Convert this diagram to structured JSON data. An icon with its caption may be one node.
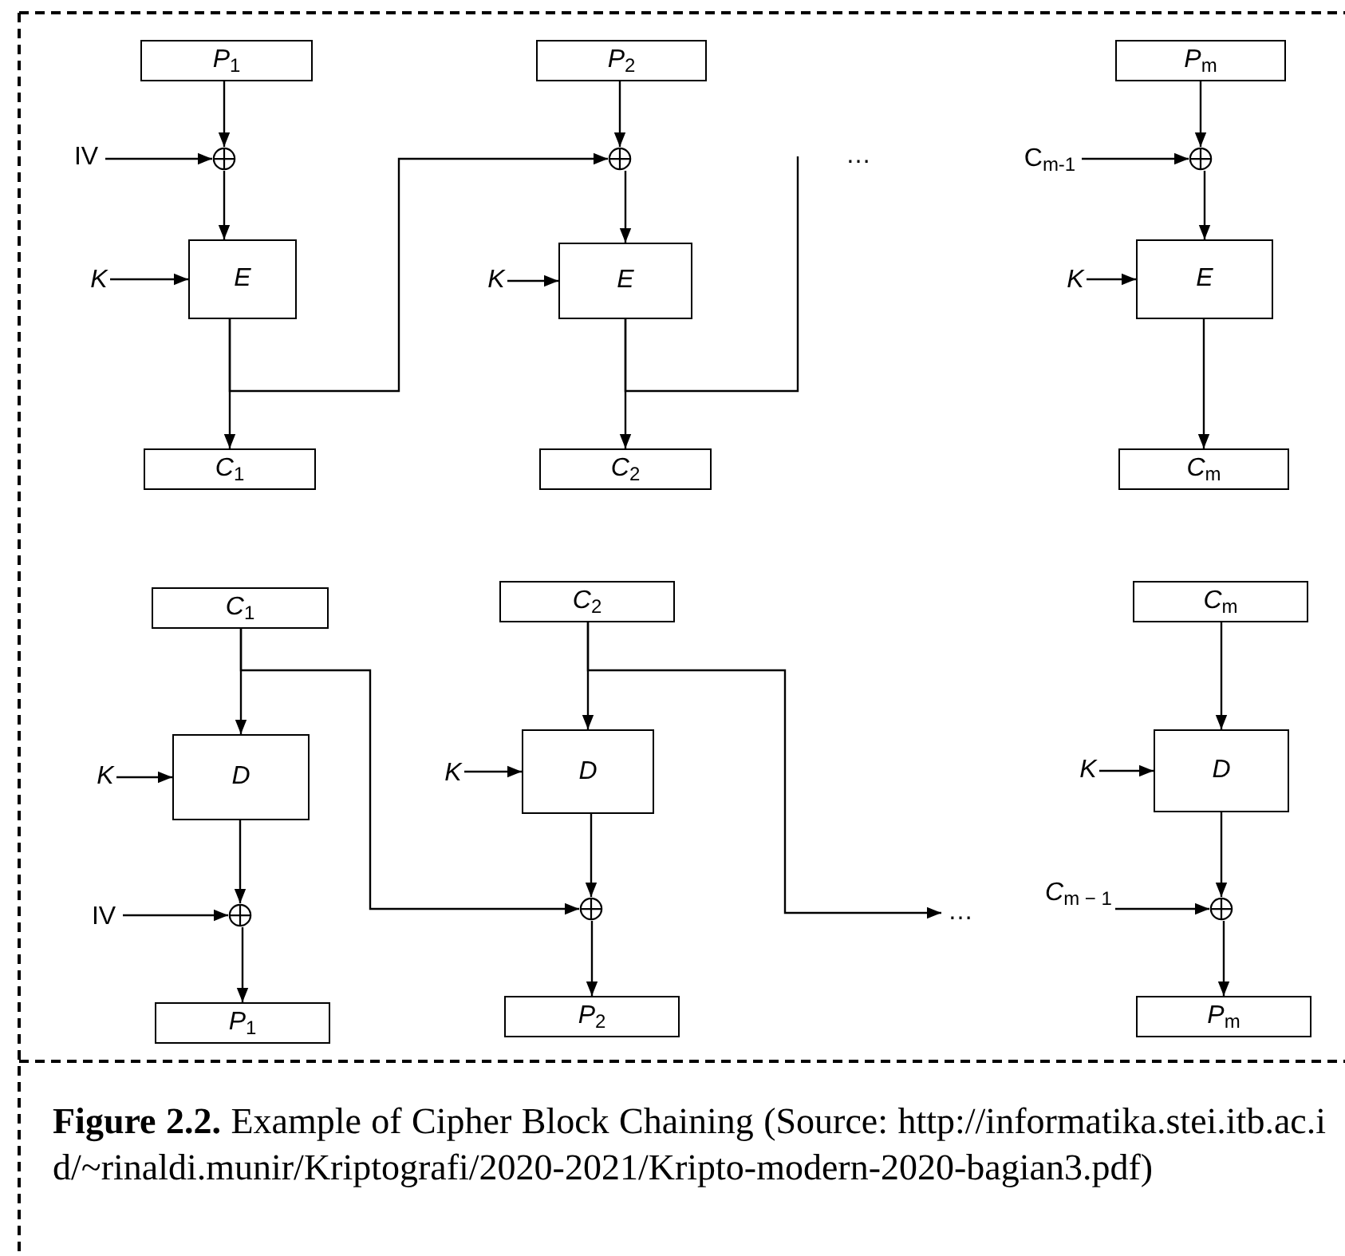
{
  "diagram": {
    "caption": "**Figure 2.2.** Example of Cipher Block Chaining (Source: http://informatika.stei.itb.ac.id/~rinaldi.munir/Kriptografi/2020-2021/Kripto-modern-2020-bagian3.pdf)",
    "nodes": [
      {
        "text": [
          "*P*$_{1}$"
        ]
      },
      {
        "text": [
          "IV"
        ]
      },
      {
        "text": [],
        "shape": "circle"
      },
      {
        "text": [
          "K"
        ]
      },
      {
        "text": [
          "E"
        ]
      },
      {
        "text": [
          "*C*$_{1}$"
        ]
      },
      {
        "text": [
          "*P*$_{2}$"
        ]
      },
      {
        "text": [],
        "shape": "circle"
      },
      {
        "text": [
          "K"
        ]
      },
      {
        "text": [
          "E"
        ]
      },
      {
        "text": [
          "*C*$_{2}$"
        ]
      },
      {
        "text": [
          "*P*$_{m}$"
        ]
      },
      {
        "text": [
          "C$_{m-1}$"
        ]
      },
      {
        "text": [],
        "shape": "circle"
      },
      {
        "text": [
          "K"
        ]
      },
      {
        "text": [
          "E"
        ]
      },
      {
        "text": [
          "*C*$_{m}$"
        ]
      },
      {
        "text": [
          "*C*$_{1}$"
        ]
      },
      {
        "text": [
          "K"
        ]
      },
      {
        "text": [
          "D"
        ]
      },
      {
        "text": [
          "IV"
        ]
      },
      {
        "text": [],
        "shape": "circle"
      },
      {
        "text": [
          "*P*$_{1}$"
        ]
      },
      {
        "text": [
          "*C*$_{2}$"
        ]
      },
      {
        "text": [
          "K"
        ]
      },
      {
        "text": [
          "D"
        ]
      },
      {
        "text": [],
        "shape": "circle"
      },
      {
        "text": [
          "*P*$_{2}$"
        ]
      },
      {
        "text": [
          "…"
        ]
      },
      {
        "text": [
          "*C*$_{m}$"
        ]
      },
      {
        "text": [
          "K"
        ]
      },
      {
        "text": [
          "D"
        ]
      },
      {
        "text": [
          "*C*$_{m − 1}$"
        ]
      },
      {
        "text": [],
        "shape": "circle"
      },
      {
        "text": [
          "*P*$_{m}$"
        ]
      }
    ],
    "edges": [
      {
        "from": 0,
        "to": 2,
        "arrow": "to"
      },
      {
        "from": 1,
        "to": 2,
        "arrow": "to"
      },
      {
        "from": 2,
        "to": 4,
        "arrow": "to"
      },
      {
        "from": 3,
        "to": 4,
        "arrow": "to"
      },
      {
        "from": 4,
        "to": 5,
        "arrow": "to"
      },
      {
        "from": 4,
        "to": 7,
        "arrow": "to"
      },
      {
        "from": 6,
        "to": 7,
        "arrow": "to"
      },
      {
        "from": 7,
        "to": 9,
        "arrow": "to"
      },
      {
        "from": 8,
        "to": 9,
        "arrow": "to"
      },
      {
        "from": 9,
        "to": 10,
        "arrow": "to"
      },
      {
        "from": 9,
        "to": null,
        "arrow": "none"
      },
      {
        "from": 11,
        "to": 13,
        "arrow": "to"
      },
      {
        "from": 12,
        "to": 13,
        "arrow": "to"
      },
      {
        "from": 13,
        "to": 15,
        "arrow": "to"
      },
      {
        "from": 14,
        "to": 15,
        "arrow": "to"
      },
      {
        "from": 15,
        "to": 16,
        "arrow": "to"
      },
      {
        "from": 17,
        "to": 19,
        "arrow": "to"
      },
      {
        "from": 18,
        "to": 19,
        "arrow": "to"
      },
      {
        "from": 19,
        "to": 21,
        "arrow": "to"
      },
      {
        "from": 20,
        "to": 21,
        "arrow": "to"
      },
      {
        "from": 21,
        "to": 22,
        "arrow": "to"
      },
      {
        "from": 17,
        "to": 26,
        "arrow": "to"
      },
      {
        "from": 23,
        "to": 25,
        "arrow": "to"
      },
      {
        "from": 24,
        "to": 25,
        "arrow": "to"
      },
      {
        "from": 25,
        "to": 26,
        "arrow": "to"
      },
      {
        "from": 26,
        "to": 27,
        "arrow": "to"
      },
      {
        "from": 23,
        "to": 28,
        "arrow": "to"
      },
      {
        "from": 29,
        "to": 31,
        "arrow": "to"
      },
      {
        "from": 30,
        "to": 31,
        "arrow": "to"
      },
      {
        "from": 31,
        "to": 33,
        "arrow": "to"
      },
      {
        "from": 32,
        "to": 33,
        "arrow": "to"
      },
      {
        "from": 33,
        "to": 34,
        "arrow": "to"
      }
    ],
    "labels": [
      "…"
    ]
  }
}
